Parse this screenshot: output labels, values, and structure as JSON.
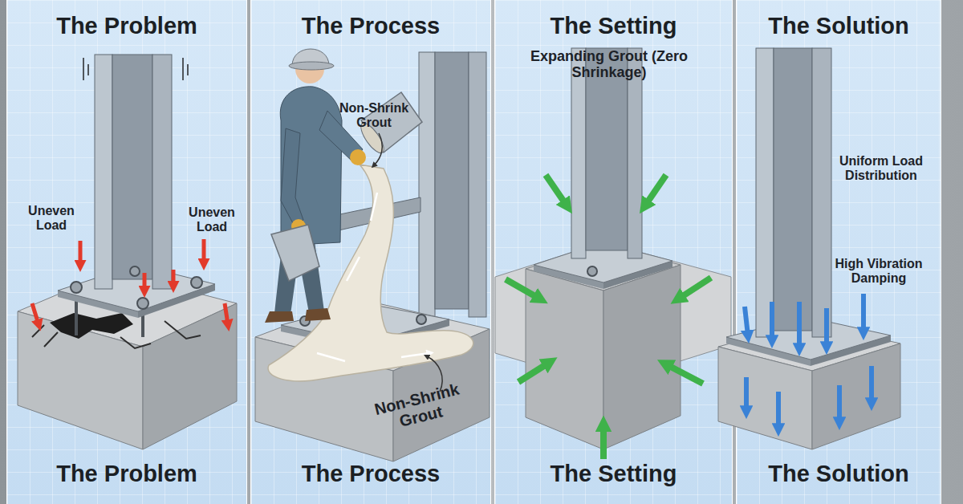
{
  "diagram": {
    "nodes": [
      {
        "text": [
          "The Problem",
          "The Problem"
        ]
      },
      {
        "text": [
          "The Process",
          "The Process"
        ]
      },
      {
        "text": [
          "The Setting",
          "The Setting"
        ]
      },
      {
        "text": [
          "The Solution",
          "The Solution"
        ]
      }
    ],
    "labels": [
      "Uneven Load",
      "Uneven Load",
      "Non-Shrink Grout",
      "Non-Shrink Grout",
      "Expanding Grout (Zero Shrinkage)",
      "Uniform Load Distribution",
      "High Vibration Damping"
    ]
  }
}
